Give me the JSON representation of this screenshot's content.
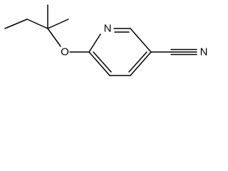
{
  "molecule": {
    "atoms": {
      "ring_nitrogen": "N",
      "ether_oxygen": "O",
      "nitrile_nitrogen": "N"
    },
    "colors": {
      "bond": "#000000",
      "label": "#000000",
      "background": "#ffffff"
    }
  }
}
